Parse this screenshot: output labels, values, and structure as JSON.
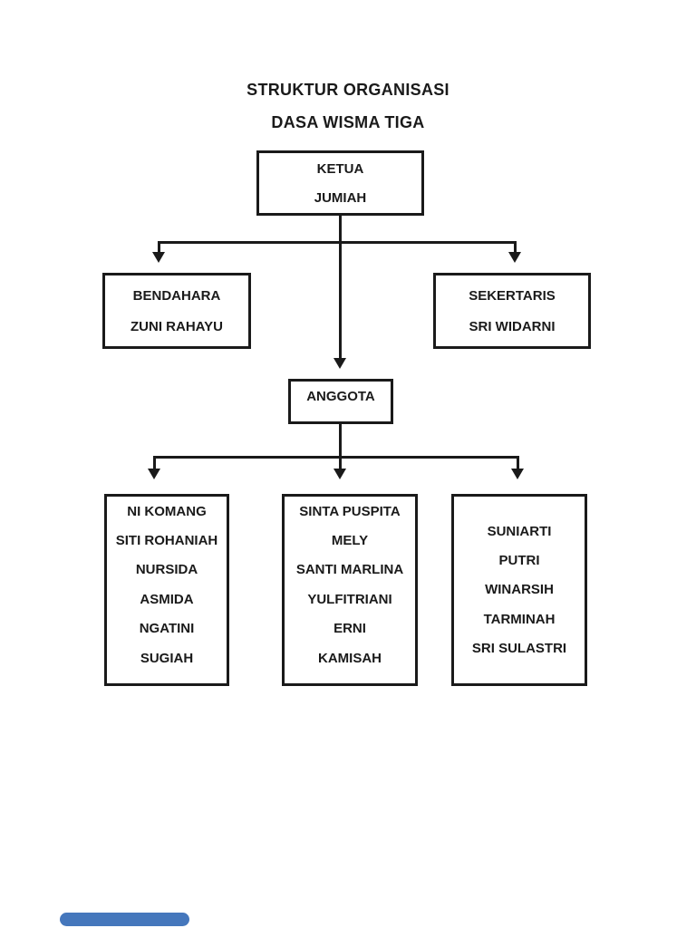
{
  "title": {
    "line1": "STRUKTUR ORGANISASI",
    "line2": "DASA WISMA TIGA"
  },
  "org": {
    "ketua": {
      "role": "KETUA",
      "name": "JUMIAH"
    },
    "bendahara": {
      "role": "BENDAHARA",
      "name": "ZUNI RAHAYU"
    },
    "sekertaris": {
      "role": "SEKERTARIS",
      "name": "SRI WIDARNI"
    },
    "anggota": {
      "role": "ANGGOTA"
    },
    "groups": [
      {
        "members": [
          "NI KOMANG",
          "SITI ROHANIAH",
          "NURSIDA",
          "ASMIDA",
          "NGATINI",
          "SUGIAH"
        ]
      },
      {
        "members": [
          "SINTA PUSPITA",
          "MELY",
          "SANTI MARLINA",
          "YULFITRIANI",
          "ERNI",
          "KAMISAH"
        ]
      },
      {
        "members": [
          "SUNIARTI",
          "PUTRI",
          "WINARSIH",
          "TARMINAH",
          "SRI SULASTRI"
        ]
      }
    ]
  },
  "colors": {
    "line": "#1a1a1a",
    "text": "#1a1a1a",
    "page_background": "#ffffff",
    "loading_bar": "#4577bc"
  }
}
